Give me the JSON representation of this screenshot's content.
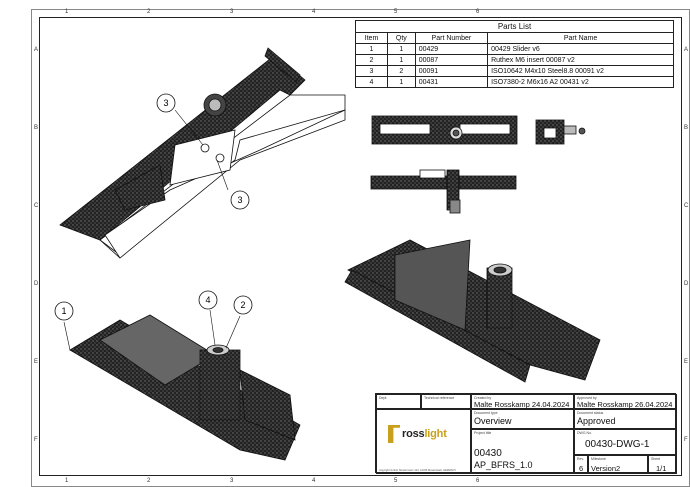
{
  "zones": {
    "top": [
      "1",
      "2",
      "3",
      "4",
      "5",
      "6"
    ],
    "left": [
      "A",
      "B",
      "C",
      "D",
      "E",
      "F"
    ]
  },
  "parts_list": {
    "title": "Parts List",
    "headers": [
      "Item",
      "Qty",
      "Part Number",
      "Part Name"
    ],
    "rows": [
      [
        "1",
        "1",
        "00429",
        "00429 Slider v6"
      ],
      [
        "2",
        "1",
        "00087",
        "Ruthex M6 insert 00087 v2"
      ],
      [
        "3",
        "2",
        "00091",
        "ISO10642 M4x10 Steel8.8 00091 v2"
      ],
      [
        "4",
        "1",
        "00431",
        "ISO7380-2 M6x16 A2 00431 v2"
      ]
    ]
  },
  "balloons": {
    "b3a": "3",
    "b3b": "3",
    "b1": "1",
    "b4": "4",
    "b2": "2"
  },
  "title_block": {
    "dept_label": "Dept.",
    "tech_ref_label": "Technical reference",
    "created_by_label": "Created by",
    "created_by": "Malte Rosskamp 24.04.2024",
    "approved_by_label": "Approved by",
    "approved_by": "Malte Rosskamp 26.04.2024",
    "doc_type_label": "Document type",
    "doc_type": "Overview",
    "doc_status_label": "Document status",
    "doc_status": "Approved",
    "project_label": "Project title",
    "project": "00430",
    "project_sub": "AP_BFRS_1.0",
    "dwg_no_label": "DWG No.",
    "dwg_no": "00430-DWG-1",
    "rev_label": "Rev.",
    "rev": "6",
    "milestone_label": "Milestone",
    "milestone": "Version2",
    "sheet_label": "Sheet",
    "sheet": "1/1",
    "copyright": "copyright GmbH, Mustermann 123, 12345 Musterstadt, GERMANY",
    "logo_text_a": "ross",
    "logo_text_b": "light"
  },
  "colors": {
    "accent": "#c9a01b",
    "line": "#222222"
  }
}
